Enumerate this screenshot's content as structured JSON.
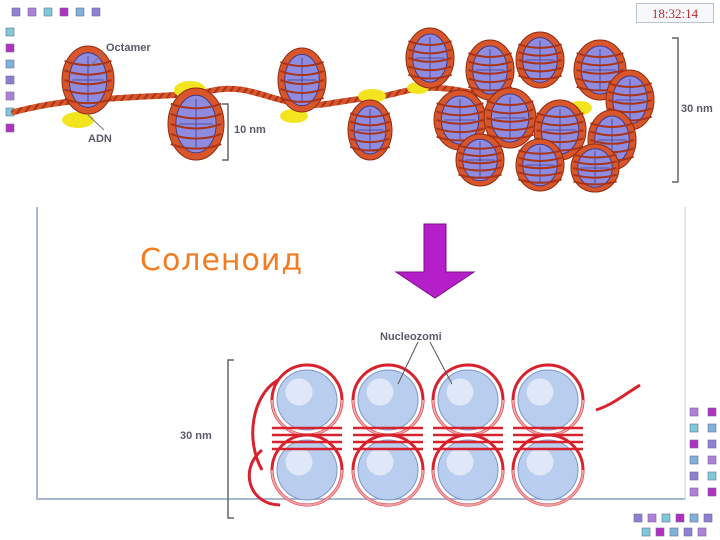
{
  "header": {
    "clock": "18:32:14"
  },
  "slide": {
    "title": "Соленоид"
  },
  "fiber_diagram": {
    "labels": {
      "octamer": "Octamer",
      "adn": "ADN",
      "ten_nm": "10 nm",
      "thirty_nm": "30 nm"
    }
  },
  "solenoid_diagram": {
    "labels": {
      "nucleozomi": "Nucleozomi",
      "thirty_nm": "30 nm"
    }
  },
  "colors": {
    "dna": "#d9552a",
    "histone": "#8f8ce0",
    "linker_protein": "#f2e51f",
    "arrow": "#b51fc9",
    "solenoid_dna": "#d8232e",
    "solenoid_nucleosome": "#b9cdee",
    "title": "#f47b1f",
    "clock_text": "#c0282b"
  }
}
